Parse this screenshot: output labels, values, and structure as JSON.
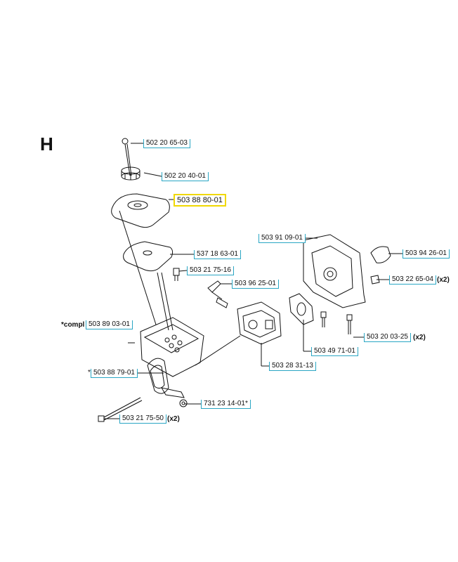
{
  "section": "H",
  "parts": [
    {
      "id": "p1",
      "number": "502 20 65-03"
    },
    {
      "id": "p2",
      "number": "502 20 40-01"
    },
    {
      "id": "p3",
      "number": "503 88 80-01",
      "highlighted": true
    },
    {
      "id": "p4",
      "number": "537 18 63-01"
    },
    {
      "id": "p5",
      "number": "503 21 75-16"
    },
    {
      "id": "p6",
      "number": "503 89 03-01",
      "prefix": "*compl"
    },
    {
      "id": "p7",
      "number": "503 88 79-01",
      "prefix": "*"
    },
    {
      "id": "p8",
      "number": "731 23 14-01*"
    },
    {
      "id": "p9",
      "number": "503 21 75-50",
      "qty": "(x2)"
    },
    {
      "id": "p10",
      "number": "503 96 25-01"
    },
    {
      "id": "p11",
      "number": "503 28 31-13"
    },
    {
      "id": "p12",
      "number": "503 49 71-01"
    },
    {
      "id": "p13",
      "number": "503 91 09-01"
    },
    {
      "id": "p14",
      "number": "503 94 26-01"
    },
    {
      "id": "p15",
      "number": "503 22 65-04",
      "qty": "(x2)"
    },
    {
      "id": "p16",
      "number": "503 20 03-25",
      "qty": "(x2)"
    }
  ],
  "colors": {
    "callout_border": "#2aa6c4",
    "highlight": "#f0d800",
    "line": "#111111"
  }
}
